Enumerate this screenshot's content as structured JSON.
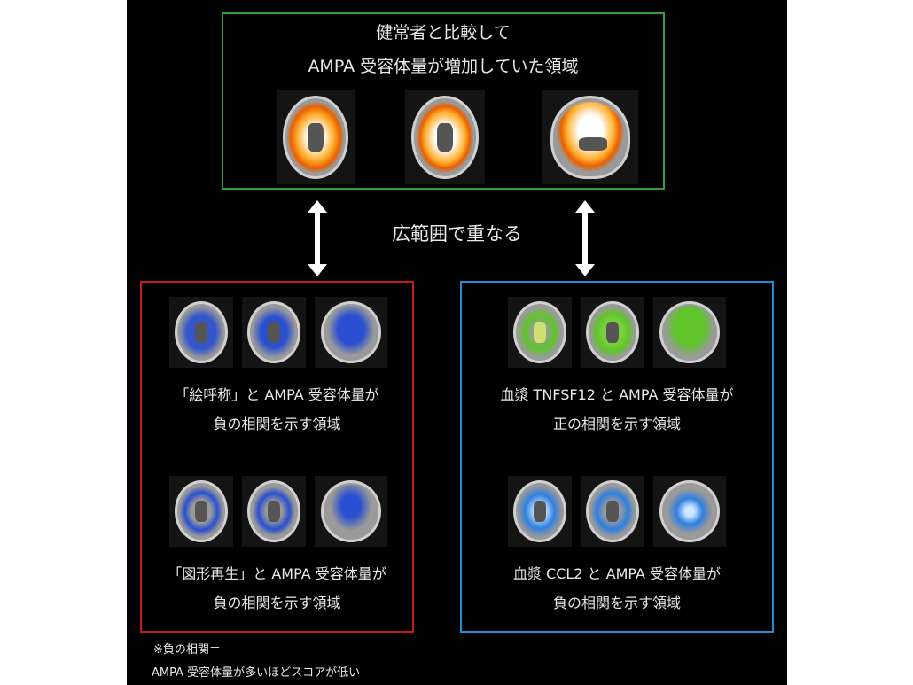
{
  "top_panel": {
    "line1": "健常者と比較して",
    "line2": "AMPA 受容体量が増加していた領域",
    "color": "#2e9e3e",
    "blob_color": "#ff9a1a"
  },
  "overlap_label": "広範囲で重なる",
  "red_panel": {
    "color": "#c21b1b",
    "blob_color": "#2a4fd0",
    "item1": {
      "line1": "「絵呼称」と AMPA 受容体量が",
      "line2": "負の相関を示す領域"
    },
    "item2": {
      "line1": "「図形再生」と AMPA 受容体量が",
      "line2": "負の相関を示す領域"
    }
  },
  "blue_panel": {
    "color": "#1f8fd0",
    "item1": {
      "line1": "血漿 TNFSF12 と AMPA 受容体量が",
      "line2": "正の相関を示す領域",
      "blob_color": "#5fc52a"
    },
    "item2": {
      "line1": "血漿 CCL2 と AMPA 受容体量が",
      "line2": "負の相関を示す領域",
      "blob_color": "#2f7fe0"
    }
  },
  "footnote": {
    "line1": "※負の相関＝",
    "line2": "AMPA 受容体量が多いほどスコアが低い"
  }
}
